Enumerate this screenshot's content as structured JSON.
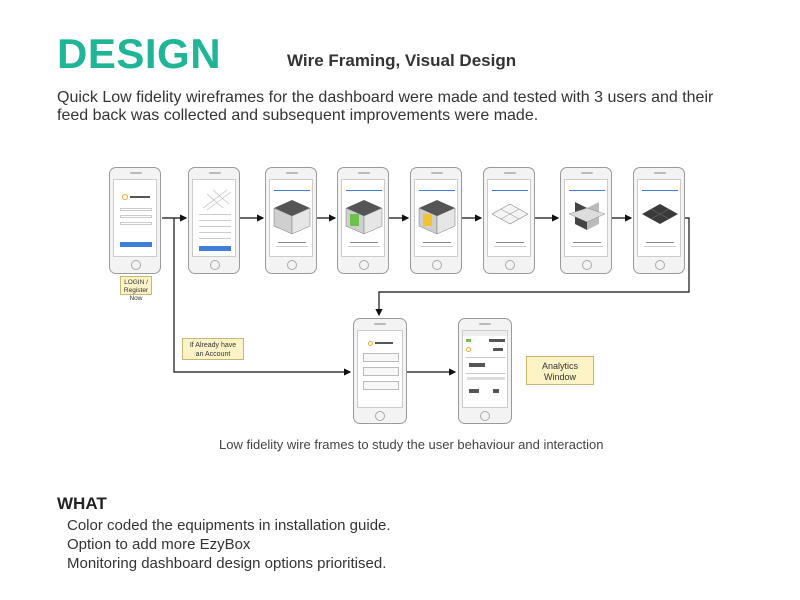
{
  "header": {
    "title": "DESIGN",
    "subtitle": "Wire Framing, Visual Design",
    "intro": "Quick Low fidelity wireframes for the dashboard were made and tested with 3 users and their feed back was collected and subsequent improvements were made."
  },
  "diagram": {
    "notes": {
      "login": "LOGIN / Register Now",
      "already": "If  Already have an Account",
      "analytics": "Analytics Window"
    },
    "caption": "Low fidelity wire frames to study the user behaviour and interaction"
  },
  "what": {
    "heading": "WHAT",
    "items": [
      "Color coded the equipments in installation guide.",
      "Option to add more EzyBox",
      "Monitoring dashboard design options prioritised."
    ]
  },
  "colors": {
    "accent": "#1fb597",
    "note_bg": "#fdf3c7",
    "button_blue": "#3f7fd9"
  }
}
